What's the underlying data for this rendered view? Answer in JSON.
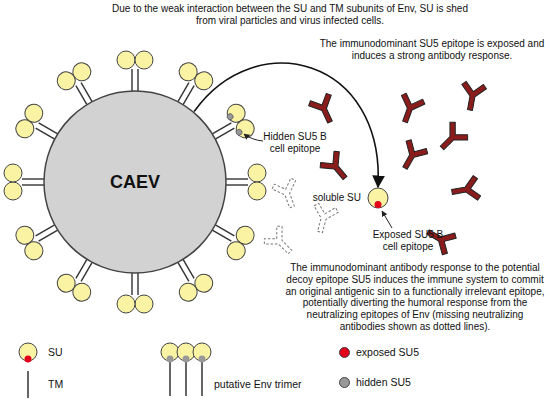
{
  "diagram": {
    "nodes": [
      {
        "text": [
          "CAEV"
        ]
      },
      {
        "text": [
          "soluble SU"
        ]
      }
    ],
    "edges": [
      {
        "from": 0,
        "to": 1,
        "arrow": "to"
      }
    ],
    "labels": [
      "Due to the weak interaction between the SU and TM subunits of Env, SU is shed from viral particles and virus infected cells.",
      "The immunodominant SU5 epitope is exposed and induces a strong antibody response.",
      "Hidden SU5 B cell epitope",
      "Exposed SU5 B cell epitope",
      "The immunodominant antibody response to the potential decoy epitope SU5 induces the immune system to commit an original antigenic sin to a functionally irrelevant epitope, potentially diverting the humoral response from the neutralizing epitopes of Env (missing neutralizing antibodies shown as dotted lines)."
    ],
    "legend": [
      {
        "text": "SU"
      },
      {
        "text": "TM"
      },
      {
        "text": "putative Env trimer"
      },
      {
        "text": "exposed SU5",
        "color": "#e2001a"
      },
      {
        "text": "hidden SU5",
        "color": "#999999"
      }
    ]
  }
}
